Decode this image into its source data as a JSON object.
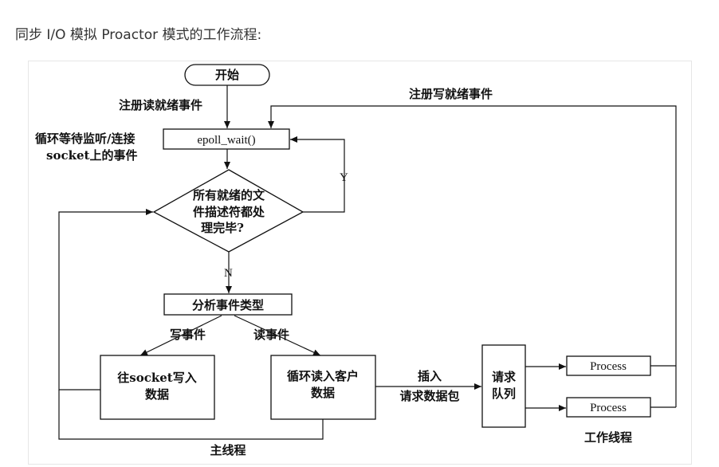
{
  "caption": "同步 I/O 模拟 Proactor 模式的工作流程:",
  "nodes": {
    "start": "开始",
    "epoll": "epoll_wait()",
    "decision_line1": "所有就绪的文",
    "decision_line2": "件描述符都处",
    "decision_line3": "理完毕?",
    "analyze": "分析事件类型",
    "write_line1": "往socket写入",
    "write_line2": "数据",
    "read_line1": "循环读入客户",
    "read_line2": "数据",
    "queue_line1": "请求",
    "queue_line2": "队列",
    "process1": "Process",
    "process2": "Process"
  },
  "labels": {
    "register_read": "注册读就绪事件",
    "register_write": "注册写就绪事件",
    "loop_line1": "循环等待监听/连接",
    "loop_line2": "socket上的事件",
    "yes": "Y",
    "no": "N",
    "write_event": "写事件",
    "read_event": "读事件",
    "insert": "插入",
    "request_packet": "请求数据包",
    "main_thread": "主线程",
    "worker_threads": "工作线程"
  }
}
